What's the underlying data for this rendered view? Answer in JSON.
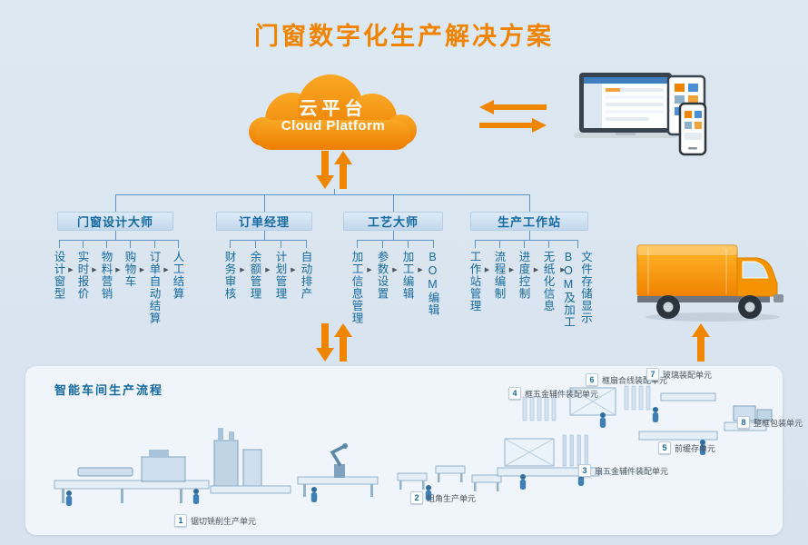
{
  "title": "门窗数字化生产解决方案",
  "cloud": {
    "title": "云平台",
    "subtitle": "Cloud Platform"
  },
  "branches": [
    {
      "label": "门窗设计大师",
      "items": [
        "设计窗型",
        "实时报价",
        "物料营销",
        "购物车",
        "订单自动结算",
        "人工结算"
      ]
    },
    {
      "label": "订单经理",
      "items": [
        "财务审核",
        "余额管理",
        "计划管理",
        "自动排产"
      ]
    },
    {
      "label": "工艺大师",
      "items": [
        "加工信息管理",
        "参数设置",
        "加工编辑",
        "BOM编辑"
      ]
    },
    {
      "label": "生产工作站",
      "items": [
        "工作站管理",
        "流程编制",
        "进度控制",
        "无纸化信息",
        "文件存储显示BOM及加工"
      ]
    }
  ],
  "workshop": {
    "title": "智能车间生产流程",
    "stations": [
      {
        "num": "1",
        "label": "锯切铣削生产单元"
      },
      {
        "num": "2",
        "label": "组角生产单元"
      },
      {
        "num": "3",
        "label": "扇五金辅件装配单元"
      },
      {
        "num": "4",
        "label": "框五金辅件装配单元"
      },
      {
        "num": "5",
        "label": "前缓存单元"
      },
      {
        "num": "6",
        "label": "框扇合线装配单元"
      },
      {
        "num": "7",
        "label": "玻璃装配单元"
      },
      {
        "num": "8",
        "label": "整框包装单元"
      }
    ]
  },
  "colors": {
    "accent_orange": "#f08300",
    "primary_blue": "#16699f",
    "line_blue": "#5e93c8",
    "background": "#d9e4ef",
    "panel": "#eff5fb"
  }
}
